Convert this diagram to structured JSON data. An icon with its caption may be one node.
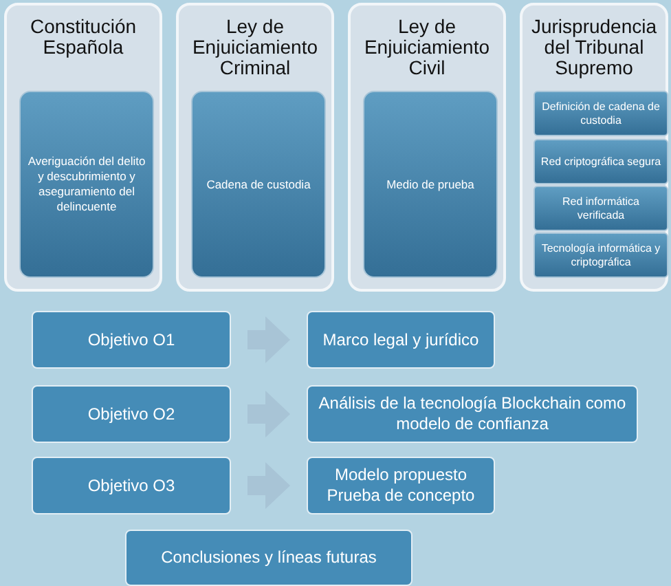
{
  "diagram": {
    "nodes": [
      {
        "text": [
          "Constitución Española"
        ]
      },
      {
        "text": [
          "Averiguación del delito y descubrimiento y aseguramiento del delincuente"
        ],
        "in": 0
      },
      {
        "text": [
          "Ley de Enjuiciamiento Criminal"
        ]
      },
      {
        "text": [
          "Cadena de custodia"
        ],
        "in": 2
      },
      {
        "text": [
          "Ley de Enjuiciamiento Civil"
        ]
      },
      {
        "text": [
          "Medio de prueba"
        ],
        "in": 4
      },
      {
        "text": [
          "Jurisprudencia del Tribunal Supremo"
        ]
      },
      {
        "text": [
          "Definición de cadena de custodia"
        ],
        "in": 6
      },
      {
        "text": [
          "Red criptográfica segura"
        ],
        "in": 6
      },
      {
        "text": [
          "Red informática verificada"
        ],
        "in": 6
      },
      {
        "text": [
          "Tecnología informática y criptográfica"
        ],
        "in": 6
      },
      {
        "text": [
          "Objetivo O1"
        ]
      },
      {
        "text": [
          "Marco legal y jurídico"
        ]
      },
      {
        "text": [
          "Objetivo O2"
        ]
      },
      {
        "text": [
          "Análisis de la tecnología Blockchain como modelo de confianza"
        ]
      },
      {
        "text": [
          "Objetivo O3"
        ]
      },
      {
        "text": [
          "Modelo propuesto Prueba de concepto"
        ]
      },
      {
        "text": [
          "Conclusiones y líneas futuras"
        ]
      }
    ],
    "edges": [
      {
        "from": 11,
        "to": 12,
        "arrow": "to"
      },
      {
        "from": 13,
        "to": 14,
        "arrow": "to"
      },
      {
        "from": 15,
        "to": 16,
        "arrow": "to"
      }
    ]
  }
}
